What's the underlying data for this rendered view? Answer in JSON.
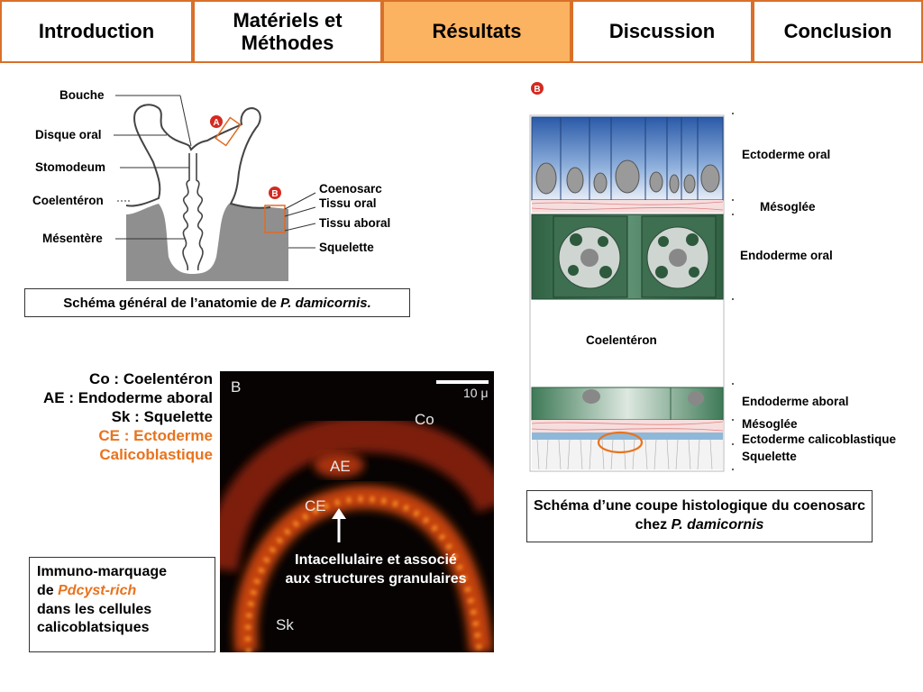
{
  "tabs": [
    {
      "label": "Introduction"
    },
    {
      "label": "Matériels et Méthodes"
    },
    {
      "label": "Résultats"
    },
    {
      "label": "Discussion"
    },
    {
      "label": "Conclusion"
    }
  ],
  "active_tab": "Résultats",
  "anatomy": {
    "labels": {
      "bouche": "Bouche",
      "disque_oral": "Disque oral",
      "stomodeum": "Stomodeum",
      "coelenteron": "Coelentéron",
      "mesentere": "Mésentère",
      "coenosarc": "Coenosarc",
      "tissu_oral": "Tissu oral",
      "tissu_aboral": "Tissu aboral",
      "squelette": "Squelette",
      "marker_a": "A",
      "marker_b": "B"
    },
    "caption_main": "Schéma général de l’anatomie de ",
    "caption_species": "P. damicornis."
  },
  "histology": {
    "marker": "B",
    "labels": {
      "ectoderme_oral": "Ectoderme oral",
      "mesoglee_1": "Mésoglée",
      "endoderme_oral": "Endoderme oral",
      "coelenteron": "Coelentéron",
      "endoderme_aboral": "Endoderme aboral",
      "mesoglee_2": "Mésoglée",
      "ectoderme_calico": "Ectoderme calicoblastique",
      "squelette": "Squelette"
    },
    "caption_main": "Schéma d’une coupe histologique du coenosarc chez ",
    "caption_species": "P. damicornis"
  },
  "legend": {
    "co": "Co : Coelentéron",
    "ae": "AE : Endoderme aboral",
    "sk": "Sk : Squelette",
    "ce1": "CE : Ectoderme",
    "ce2": "Calicoblastique"
  },
  "micrograph": {
    "panel": "B",
    "scale": "10 μ",
    "co": "Co",
    "ae": "AE",
    "ce": "CE",
    "sk": "Sk",
    "annotation_line1": "Intacellulaire et associé",
    "annotation_line2": "aux structures granulaires"
  },
  "immuno": {
    "line1": "Immuno-marquage",
    "de": "de ",
    "protein": "Pdcyst-rich",
    "line3": "dans   les cellules",
    "line4": "calicoblatsiques"
  },
  "colors": {
    "accent_orange": "#e8731e",
    "tab_border": "#d9702a",
    "tab_active": "#fbb261",
    "ectoderm_blue": "#3a6cb8",
    "endoderm_green": "#3f7452",
    "marker_red": "#d42a20"
  }
}
